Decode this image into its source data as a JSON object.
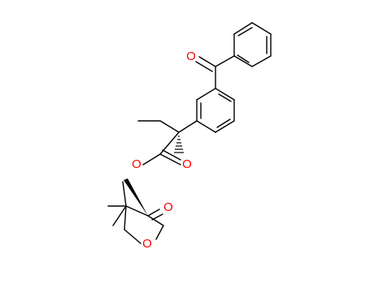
{
  "molecule": {
    "bond_color": "#000000",
    "heteroatom_color": "#ff0000",
    "atoms": {
      "ketone_oxygen": "O",
      "ester_carbonyl_oxygen": "O",
      "ester_oxygen": "O",
      "lactone_carbonyl_oxygen": "O",
      "ring_oxygen": "O"
    }
  }
}
